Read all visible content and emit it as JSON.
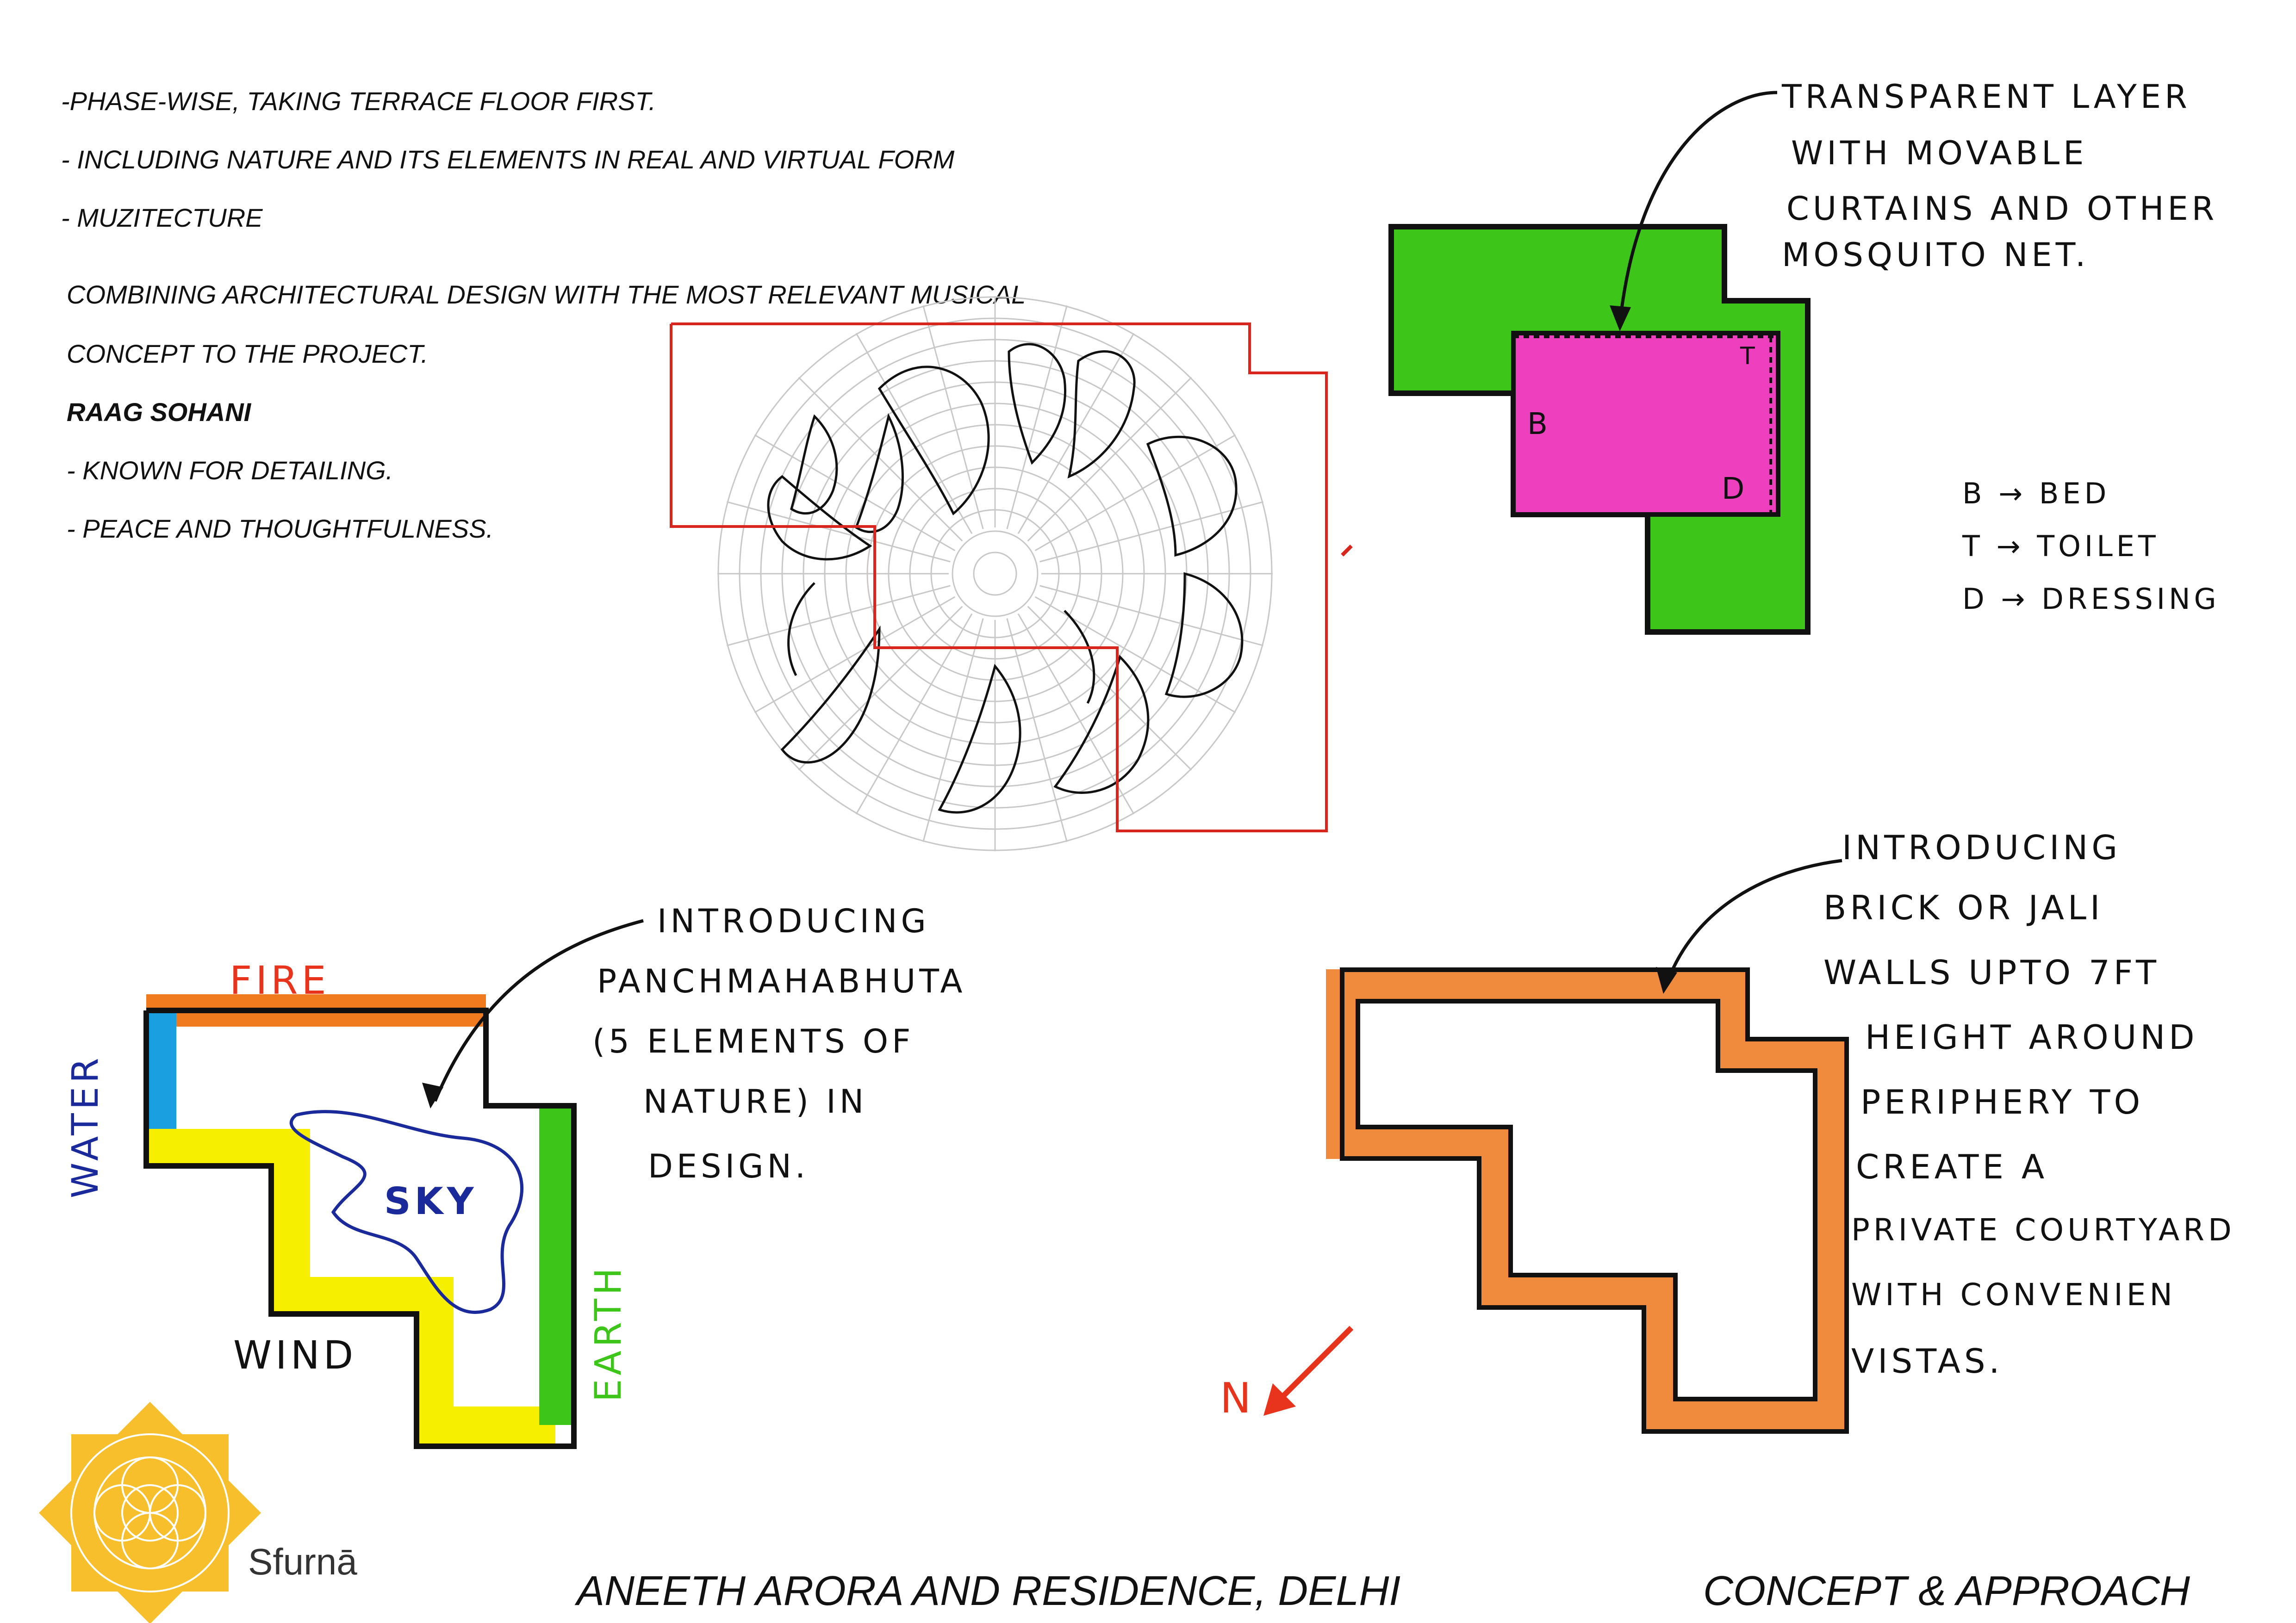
{
  "notes": [
    "-PHASE-WISE, TAKING TERRACE FLOOR FIRST.",
    "- INCLUDING NATURE AND ITS ELEMENTS IN REAL AND VIRTUAL FORM",
    "- MUZITECTURE",
    "COMBINING ARCHITECTURAL DESIGN WITH THE MOST RELEVANT MUSICAL",
    "CONCEPT TO THE PROJECT.",
    "RAAG SOHANI",
    "- KNOWN FOR DETAILING.",
    "- PEACE AND THOUGHTFULNESS."
  ],
  "plan_top_right": {
    "caption": [
      "TRANSPARENT LAYER",
      "WITH MOVABLE",
      "CURTAINS AND OTHER",
      "MOSQUITO NET."
    ],
    "room_labels": {
      "bed": "B",
      "toilet": "T",
      "dressing": "D"
    },
    "legend": [
      "B → BED",
      "T → TOILET",
      "D → DRESSING"
    ],
    "colors": {
      "outer": "#3ec51a",
      "inner": "#ee3fbf"
    }
  },
  "plan_elements": {
    "caption": [
      "INTRODUCING",
      "PANCHMAHABHUTA",
      "(5 ELEMENTS OF",
      "NATURE) IN",
      "DESIGN."
    ],
    "labels": {
      "fire": "FIRE",
      "water": "WATER",
      "sky": "SKY",
      "wind": "WIND",
      "earth": "EARTH"
    },
    "colors": {
      "fire": "#f07b1f",
      "water": "#1aa0e0",
      "sky": "#1a2a9a",
      "wind": "#f6f000",
      "earth": "#3ec51a",
      "fire_text": "#e8341c"
    }
  },
  "plan_courtyard": {
    "caption": [
      "INTRODUCING",
      "BRICK OR JALI",
      "WALLS UPTO 7FT",
      "HEIGHT AROUND",
      "PERIPHERY TO",
      "CREATE A",
      "PRIVATE COURTYARD",
      "WITH CONVENIEN",
      "VISTAS."
    ],
    "north_label": "N",
    "colors": {
      "wall": "#f08a3c",
      "north": "#e8341c"
    }
  },
  "footer": {
    "logo_text": "Sfurnā",
    "project_title": "ANEETH ARORA AND RESIDENCE, DELHI",
    "sheet_title": "CONCEPT & APPROACH",
    "logo_color": "#f7bf2c"
  }
}
